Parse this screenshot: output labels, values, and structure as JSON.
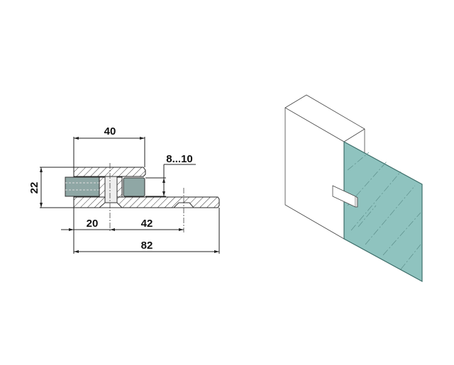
{
  "section_view": {
    "dimensions": {
      "width_top": "40",
      "height": "22",
      "glass_thickness": "8...10",
      "edge_to_axis": "20",
      "axis_to_hole": "42",
      "total_length": "82"
    }
  },
  "isometric_view": {
    "glass_color": "#8fc3bf",
    "clip_color": "#ffffff"
  }
}
